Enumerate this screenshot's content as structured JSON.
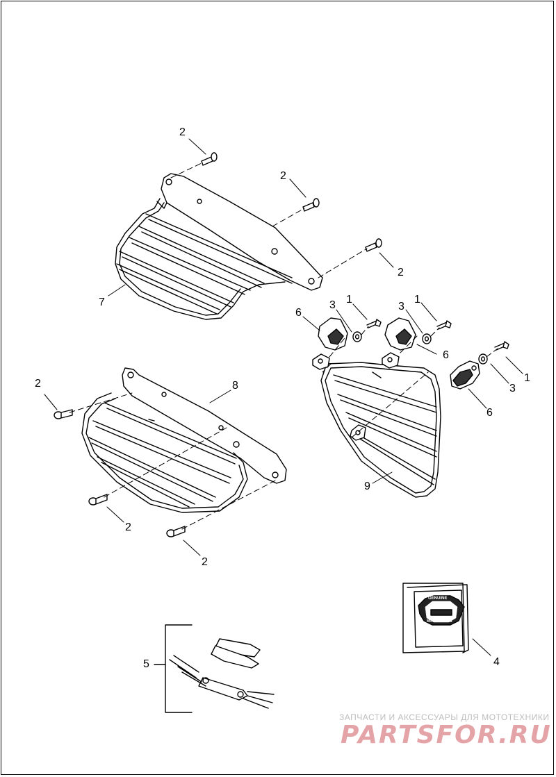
{
  "diagram": {
    "callouts": [
      {
        "id": "c2a",
        "text": "2"
      },
      {
        "id": "c2b",
        "text": "2"
      },
      {
        "id": "c2c",
        "text": "2"
      },
      {
        "id": "c7",
        "text": "7"
      },
      {
        "id": "c6a",
        "text": "6"
      },
      {
        "id": "c3a",
        "text": "3"
      },
      {
        "id": "c1a",
        "text": "1"
      },
      {
        "id": "c3b",
        "text": "3"
      },
      {
        "id": "c1b",
        "text": "1"
      },
      {
        "id": "c6b",
        "text": "6"
      },
      {
        "id": "c1c",
        "text": "1"
      },
      {
        "id": "c3c",
        "text": "3"
      },
      {
        "id": "c6c",
        "text": "6"
      },
      {
        "id": "c2d",
        "text": "2"
      },
      {
        "id": "c8",
        "text": "8"
      },
      {
        "id": "c9",
        "text": "9"
      },
      {
        "id": "c2e",
        "text": "2"
      },
      {
        "id": "c2f",
        "text": "2"
      },
      {
        "id": "c4",
        "text": "4"
      },
      {
        "id": "c5",
        "text": "5"
      }
    ],
    "label_pack": {
      "top": "GENUINE",
      "bottom": "MOTOR PARTS"
    }
  },
  "watermark": {
    "text": "ЗАПЧАСТИ И АКСЕССУАРЫ ДЛЯ МОТОТЕХНИКИ",
    "logo": "PARTSFOR.RU"
  }
}
